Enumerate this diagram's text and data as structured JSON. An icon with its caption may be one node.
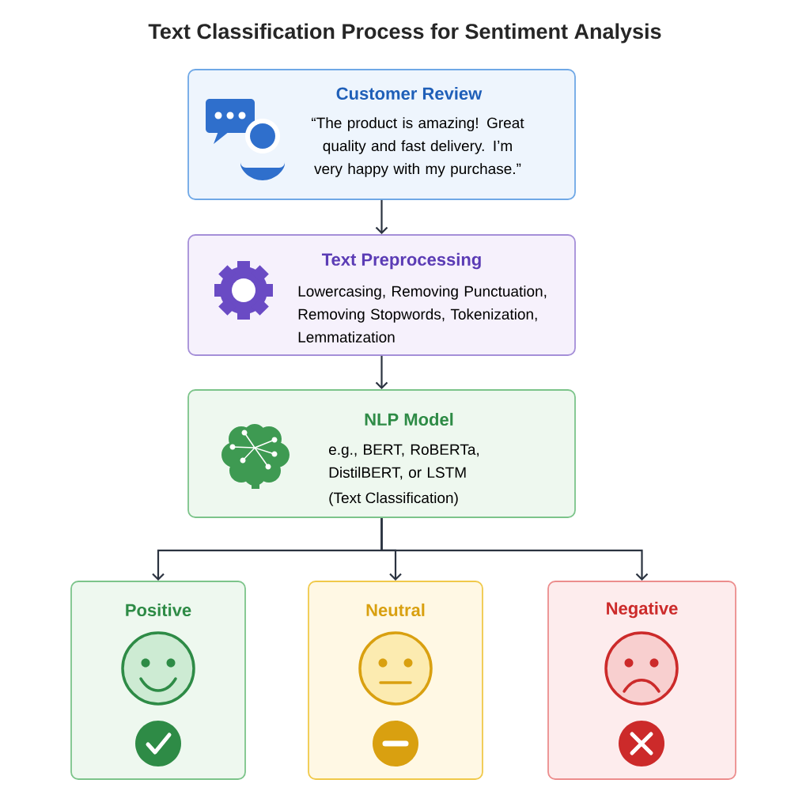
{
  "diagram": {
    "title": "Text Classification Process for Sentiment Analysis",
    "nodes": [
      {
        "text": [
          "Customer Review",
          "“The product is amazing! Great quality and fast delivery. I’m very happy with my purchase.”"
        ]
      },
      {
        "text": [
          "Text Preprocessing",
          "Lowercasing, Removing Punctuation, Removing Stopwords, Tokenization, Lemmatization"
        ]
      },
      {
        "text": [
          "NLP Model",
          "e.g., BERT, RoBERTa, DistilBERT, or LSTM",
          "(Text Classification)"
        ]
      },
      {
        "text": [
          "Positive"
        ]
      },
      {
        "text": [
          "Neutral"
        ]
      },
      {
        "text": [
          "Negative"
        ]
      }
    ],
    "edges": [
      {
        "from": 0,
        "to": 1,
        "arrow": "to"
      },
      {
        "from": 1,
        "to": 2,
        "arrow": "to"
      },
      {
        "from": 2,
        "to": 3,
        "arrow": "to"
      },
      {
        "from": 2,
        "to": 4,
        "arrow": "to"
      },
      {
        "from": 2,
        "to": 5,
        "arrow": "to"
      }
    ]
  }
}
